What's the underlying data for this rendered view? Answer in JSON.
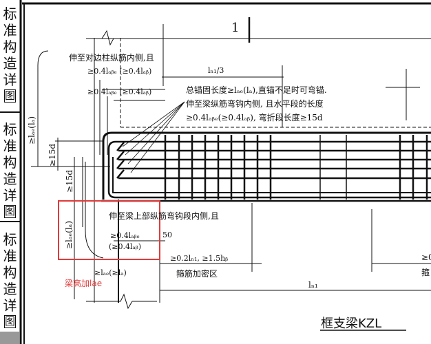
{
  "sidebar": {
    "tabs": [
      {
        "chars": [
          "标",
          "准",
          "构",
          "造",
          "详"
        ],
        "last": "图"
      },
      {
        "chars": [
          "标",
          "准",
          "构",
          "造",
          "详"
        ],
        "last": "图"
      },
      {
        "chars": [
          "标",
          "准",
          "构",
          "造",
          "详"
        ],
        "last": "图"
      }
    ]
  },
  "drawing": {
    "section_number": "1",
    "note_top_1": "伸至对边柱纵筋内侧,且",
    "note_top_2": "≥0.4lₐᵦₑ (≥0.4lₐᵦ)",
    "note_top_3": "≥0.4lₐᵦₑ (≥0.4lₐᵦ)",
    "dim_ln1_3": "lₙ₁/3",
    "note_anchor_1": "总锚固长度≥lₐₑ(lₐ),直锚不足时可弯锚.",
    "note_anchor_2": "伸至梁纵筋弯钩内侧, 且水平段的长度",
    "note_anchor_3": "≥0.4lₐᵦₑ(≥0.4lₐᵦ), 弯折段长度≥15d",
    "dim_left_lae": "≥lₐₑ(lₐ)",
    "dim_15d_1": "≥15d",
    "dim_15d_2": "≥15d",
    "dim_lae_box": "≥lₐₑ(lₐ)",
    "note_bottom_1": "伸至梁上部纵筋弯钩段内侧,且",
    "note_bottom_2": "≥0.4lₐᵦₑ",
    "note_bottom_3": "(≥0.4lₐᵦ)",
    "dim_50": "50",
    "dim_dense": "≥0.2lₙ₁, ≥1.5hᵦ",
    "label_dense_zone": "箍筋加密区",
    "dim_lae_bottom": "≥lₐₑ(≥lₐ)",
    "dim_ln1": "lₙ₁",
    "right_cut_1": "≥0",
    "right_cut_2": "箍",
    "annotation_red": "梁高加lae",
    "title": "框支梁KZL"
  },
  "colors": {
    "annotation": "#e03a3a",
    "line": "#111111"
  }
}
